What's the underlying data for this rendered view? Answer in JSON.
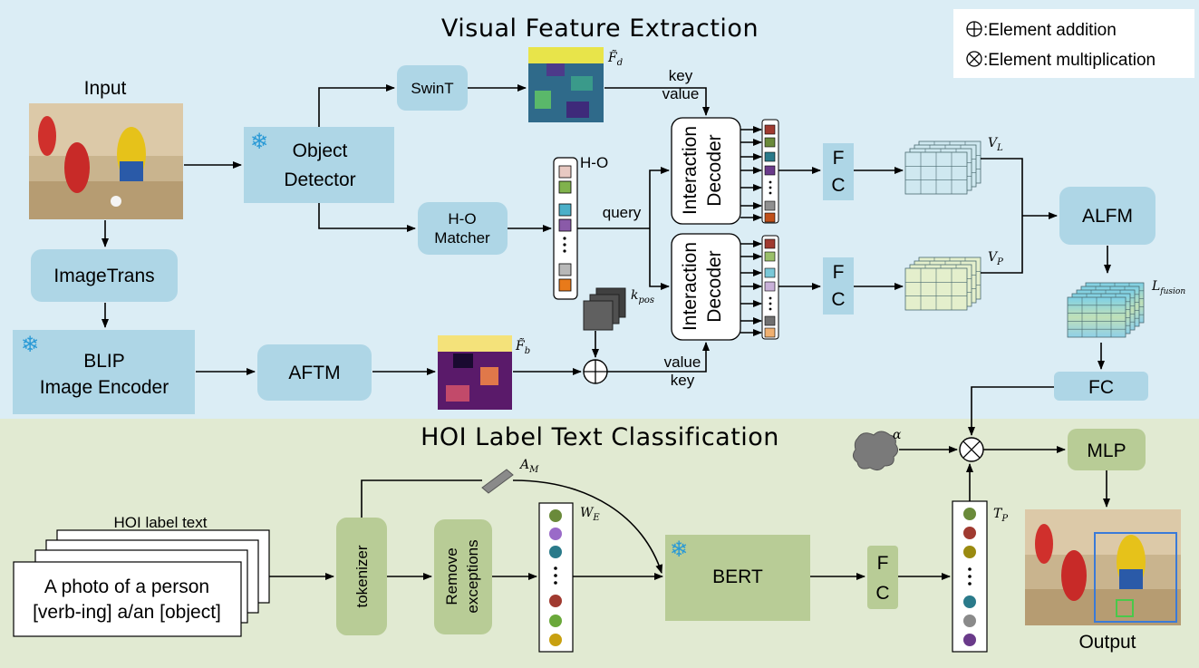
{
  "sections": {
    "top_title": "Visual Feature Extraction",
    "bottom_title": "HOI Label Text Classification"
  },
  "legend": {
    "addition": ":Element addition",
    "multiplication": ":Element multiplication"
  },
  "input": {
    "label": "Input"
  },
  "output": {
    "label": "Output"
  },
  "blocks": {
    "swint": "SwinT",
    "object_detector_1": "Object",
    "object_detector_2": "Detector",
    "ho_matcher_1": "H-O",
    "ho_matcher_2": "Matcher",
    "imagetrans": "ImageTrans",
    "blip_1": "BLIP",
    "blip_2": "Image Encoder",
    "aftm": "AFTM",
    "interaction_decoder_1": "Interaction",
    "interaction_decoder_2": "Decoder",
    "fc_letter_f": "F",
    "fc_letter_c": "C",
    "alfm": "ALFM",
    "fc": "FC",
    "mlp": "MLP",
    "tokenizer": "tokenizer",
    "remove_1": "Remove",
    "remove_2": "exceptions",
    "bert": "BERT"
  },
  "labels": {
    "key": "key",
    "value": "value",
    "query": "query",
    "ho": "H-O",
    "hoi_label_text": "HOI label text",
    "prompt_line1": "A photo of a person",
    "prompt_line2": "[verb-ing] a/an [object]"
  },
  "math": {
    "fd": "F̃",
    "fd_sub": "d",
    "fb": "F̃",
    "fb_sub": "b",
    "kpos": "k",
    "kpos_sub": "pos",
    "vl": "V",
    "vl_sub": "L",
    "vp": "V",
    "vp_sub": "P",
    "lfusion": "L",
    "lfusion_sub": "fusion",
    "alpha": "α",
    "am": "A",
    "am_sub": "M",
    "we": "W",
    "we_sub": "E",
    "tp": "T",
    "tp_sub": "P"
  },
  "colors": {
    "top_bg": "#dbedf5",
    "bottom_bg": "#e1ead2",
    "blue_box": "#aed6e6",
    "green_box": "#b8cc96",
    "fc_blue_grid": "#cfe8f0",
    "fc_green_grid": "#e4efcc"
  },
  "icons": {
    "snowflake": "snowflake-icon",
    "cloud": "cloud-icon"
  }
}
